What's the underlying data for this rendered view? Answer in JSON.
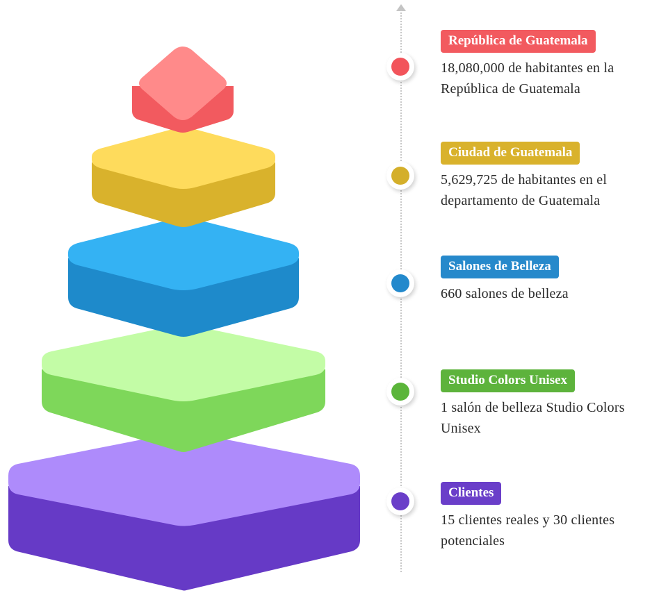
{
  "colors": {
    "red_top": "#FF8A8A",
    "red_side": "#F25A5F",
    "yellow_top": "#FEDB5C",
    "yellow_side": "#D9B22C",
    "blue_top": "#34B2F3",
    "blue_side": "#1E8ACB",
    "green_top": "#C3FCA6",
    "green_side": "#7ED75A",
    "purple_top": "#AE8BFB",
    "purple_side": "#663AC6",
    "tag_red": "#F25A5F",
    "tag_yellow": "#D9B22C",
    "tag_blue": "#2689CB",
    "tag_green": "#5DB33C",
    "tag_purple": "#6A3EC9",
    "dot_red": "#F2545B",
    "dot_yellow": "#D4AF2A",
    "dot_blue": "#2389CC",
    "dot_green": "#5BB53A",
    "dot_purple": "#6A3EC9"
  },
  "levels": [
    {
      "title": "República de Guatemala",
      "description": "18,080,000 de habitantes en la República de Guatemala",
      "color": "red"
    },
    {
      "title": "Ciudad de Guatemala",
      "description": "5,629,725 de habitantes en el departamento de Guatemala",
      "color": "yellow"
    },
    {
      "title": "Salones de Belleza",
      "description": "660 salones de belleza",
      "color": "blue"
    },
    {
      "title": "Studio Colors Unisex",
      "description": "1 salón de belleza Studio Colors Unisex",
      "color": "green"
    },
    {
      "title": "Clientes",
      "description": "15 clientes reales y 30 clientes potenciales",
      "color": "purple"
    }
  ]
}
